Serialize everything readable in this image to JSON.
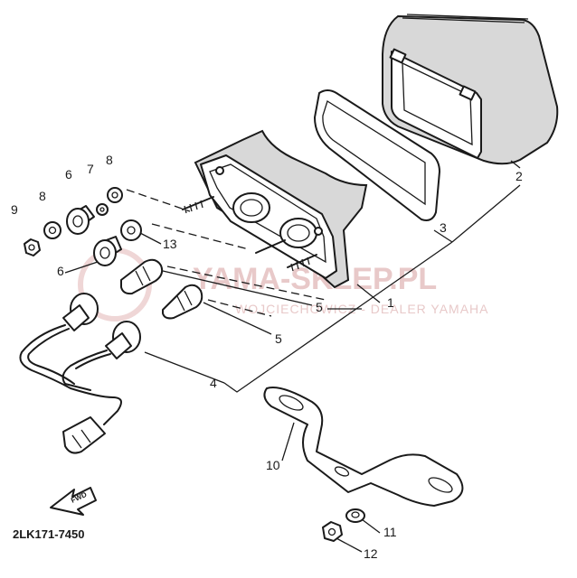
{
  "diagram": {
    "part_code": "2LK171-7450",
    "forward_label": "FWD",
    "watermark": {
      "title": "YAMA-SKLEP.PL",
      "subtitle": "WOJCIECHOWICZ - DEALER YAMAHA",
      "color": "#e8c9c9"
    },
    "callouts": [
      {
        "id": "c1",
        "label": "1"
      },
      {
        "id": "c2",
        "label": "2"
      },
      {
        "id": "c3",
        "label": "3"
      },
      {
        "id": "c4",
        "label": "4"
      },
      {
        "id": "c5a",
        "label": "5"
      },
      {
        "id": "c5b",
        "label": "5"
      },
      {
        "id": "c6a",
        "label": "6"
      },
      {
        "id": "c6b",
        "label": "6"
      },
      {
        "id": "c7",
        "label": "7"
      },
      {
        "id": "c8a",
        "label": "8"
      },
      {
        "id": "c8b",
        "label": "8"
      },
      {
        "id": "c9",
        "label": "9"
      },
      {
        "id": "c10",
        "label": "10"
      },
      {
        "id": "c11",
        "label": "11"
      },
      {
        "id": "c12",
        "label": "12"
      },
      {
        "id": "c13",
        "label": "13"
      }
    ]
  }
}
